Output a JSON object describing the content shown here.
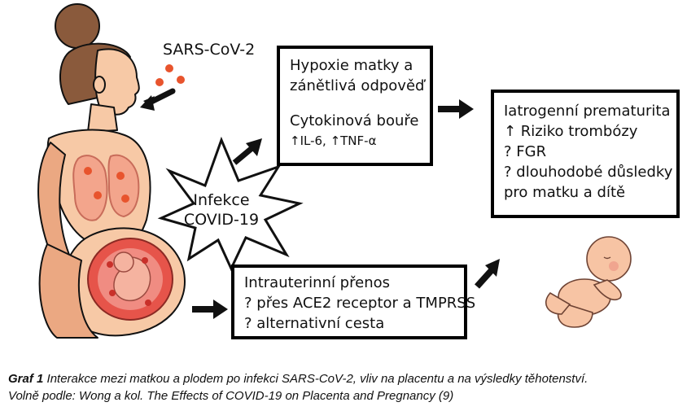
{
  "virus_label": "SARS-CoV-2",
  "center_label": [
    "Infekce",
    "COVID-19"
  ],
  "maternal_box": {
    "line1": "Hypoxie matky a",
    "line2": "zánětlivá odpověď",
    "line3": "Cytokinová bouře",
    "line4": "↑IL-6, ↑TNF-α"
  },
  "transfer_box": {
    "line1": "Intrauterinní přenos",
    "line2": "? přes ACE2 receptor a TMPRSS",
    "line3": "? alternativní cesta"
  },
  "outcome_box": {
    "line1": "Iatrogenní prematurita",
    "line2": "↑ Riziko trombózy",
    "line3": "? FGR",
    "line4": "? dlouhodobé důsledky",
    "line5": "pro matku a dítě"
  },
  "caption": {
    "label": "Graf 1",
    "text": " Interakce mezi matkou a plodem po infekci SARS-CoV-2, vliv na placentu a na výsledky těhotenství.",
    "source": "Volně podle: Wong a kol. The Effects of COVID-19 on Placenta and Pregnancy (9)"
  },
  "colors": {
    "skin": "#f7c9a6",
    "skin_shade": "#eba882",
    "hair": "#8a5a3c",
    "lung": "#f3a58c",
    "virus": "#e8542d",
    "uterus": "#e6544a",
    "fetus": "#f5b3a0",
    "line": "#111111"
  }
}
